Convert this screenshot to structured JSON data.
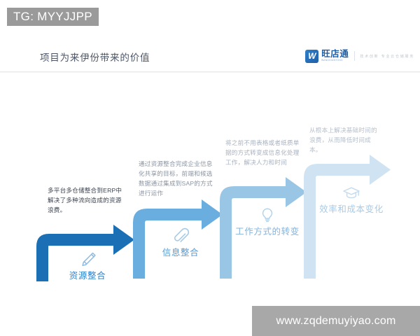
{
  "overlay": {
    "tg_tag": "TG: MYYJJPP",
    "watermark": "www.zqdemuyiyao.com"
  },
  "slide": {
    "title": "项目为来伊份带来的价值",
    "brand": {
      "mark_letter": "W",
      "name": "旺店通",
      "sub": "WANGDIANTONG",
      "tagline": "技术创新  专业云仓储服务"
    }
  },
  "diagram": {
    "type": "staircase-process",
    "colors": {
      "step1": "#1a6fb5",
      "step2": "#6aaee0",
      "step3": "#9ac6e6",
      "step4": "#cfe3f2",
      "title": "#4a5568",
      "watermark_bg": "#a8a8a8"
    },
    "steps": [
      {
        "index": 1,
        "icon": "pencil-icon",
        "label": "资源整合",
        "description": "多平台多仓储整合到ERP中解决了多种流向造成的资源浪费。"
      },
      {
        "index": 2,
        "icon": "paperclip-icon",
        "label": "信息整合",
        "description": "通过资源整合完成企业信息化共享的目标，前端和候选数据通过集成到SAP的方式进行运作"
      },
      {
        "index": 3,
        "icon": "lightbulb-icon",
        "label": "工作方式的转变",
        "description": "将之前不用表格或者纸质单据的方式转变成信息化处理工作，解决人力和时间"
      },
      {
        "index": 4,
        "icon": "graduation-cap-icon",
        "label": "效率和成本变化",
        "description": "从根本上解决基础时间的浪费，从而降低时间成本。"
      }
    ]
  }
}
